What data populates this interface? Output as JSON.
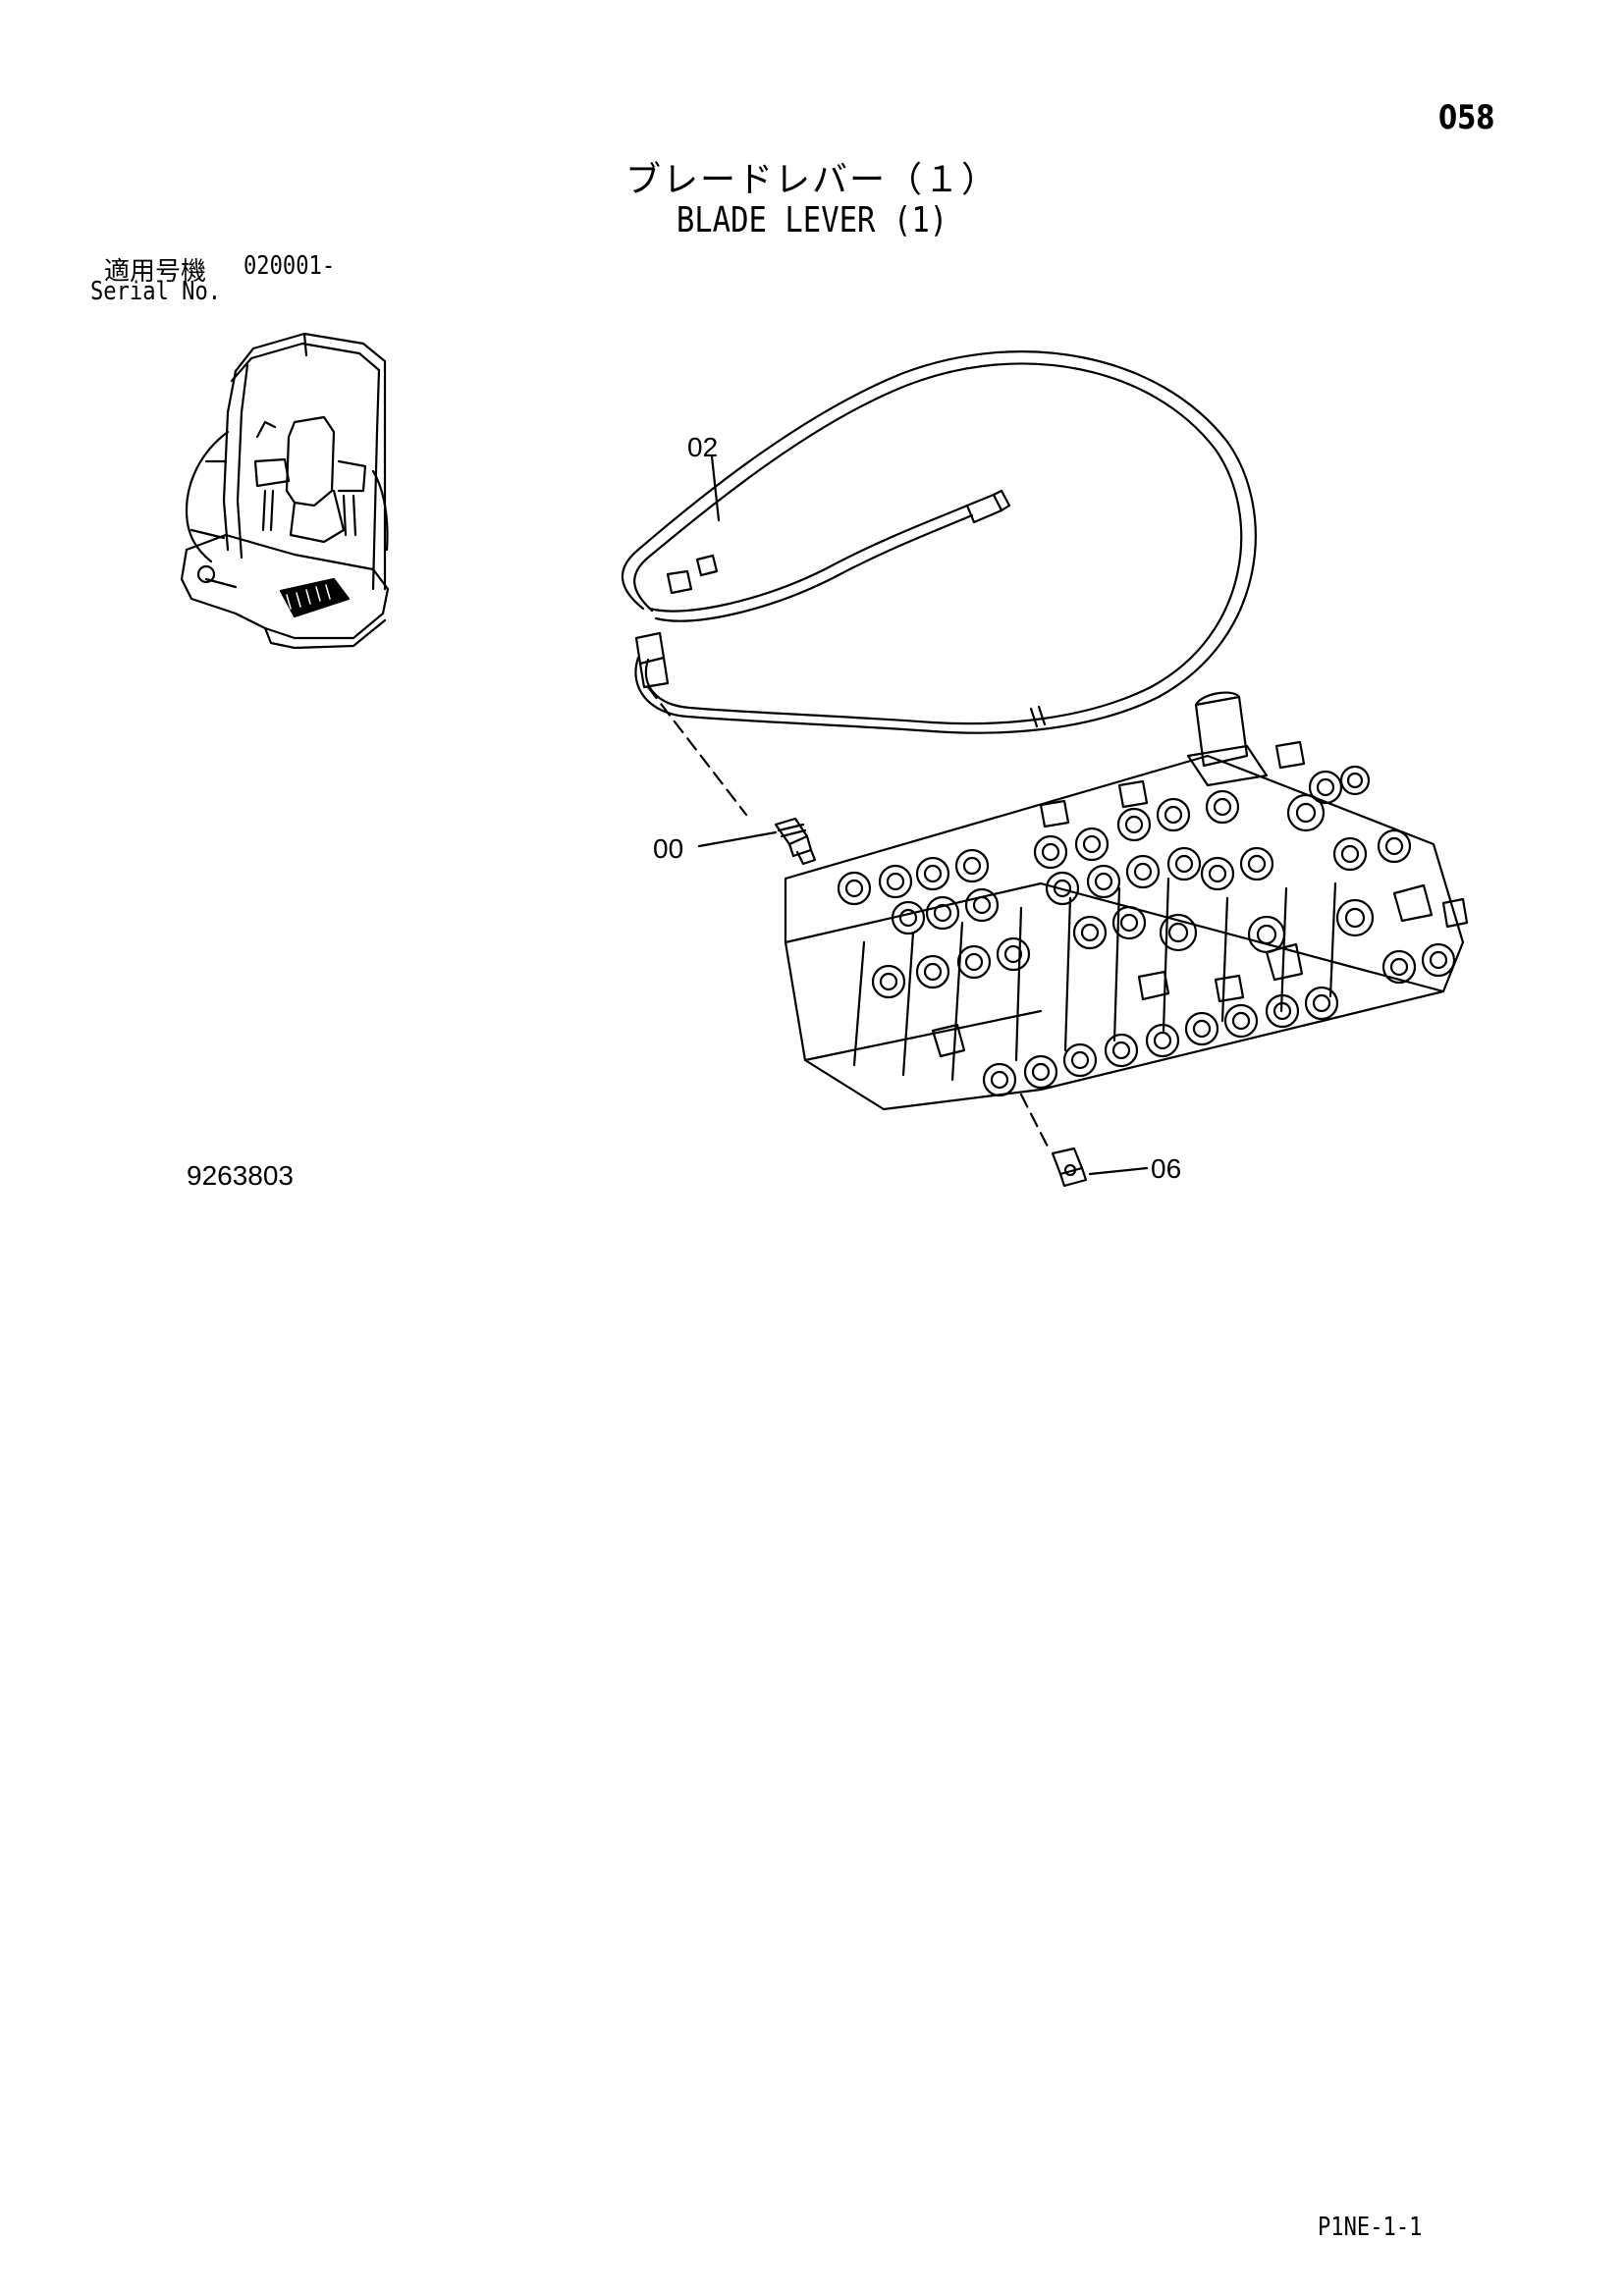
{
  "header": {
    "page_number": "058",
    "title_ja": "ブレードレバー（１）",
    "title_en": "BLADE LEVER (1)"
  },
  "serial": {
    "label_ja": "適用号機",
    "value": "020001-",
    "label_en": "Serial No."
  },
  "callouts": {
    "c02": "02",
    "c00": "00",
    "c06": "06"
  },
  "drawing_number": "9263803",
  "sheet_code": "P1NE-1-1"
}
